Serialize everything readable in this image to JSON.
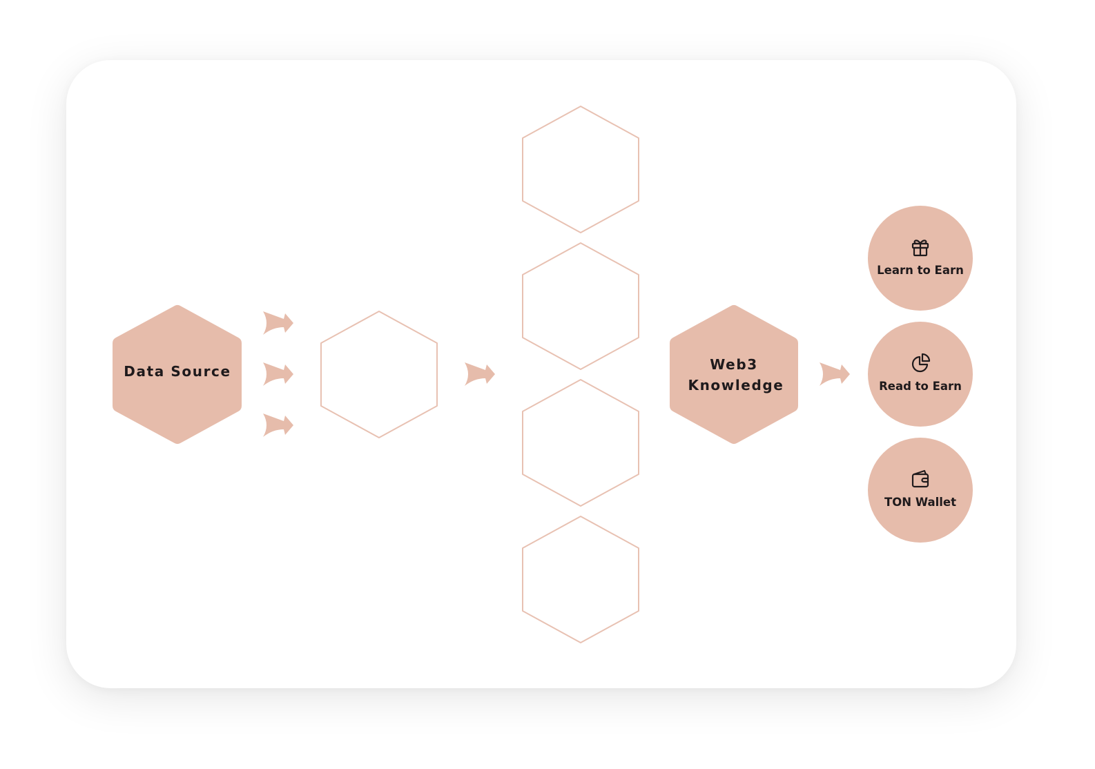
{
  "colors": {
    "accent": "#e6bcab",
    "outline": "#e8c1b2",
    "text": "#1f1a1c",
    "background": "#ffffff"
  },
  "nodes": {
    "data_source": "Data Source",
    "web3_line1": "Web3",
    "web3_line2": "Knowledge"
  },
  "outputs": [
    {
      "label": "Learn to Earn",
      "icon": "gift-icon"
    },
    {
      "label": "Read to Earn",
      "icon": "pie-chart-icon"
    },
    {
      "label": "TON Wallet",
      "icon": "wallet-icon"
    }
  ]
}
